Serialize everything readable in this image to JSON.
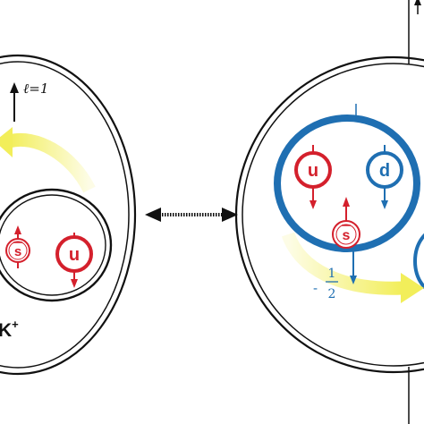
{
  "colors": {
    "red": "#d4202c",
    "blue": "#1f6fb2",
    "yellow": "#f2ee5a",
    "black": "#111111"
  },
  "left_atom": {
    "orbital_label": "ℓ=1",
    "particle_label": "K",
    "particle_charge": "+",
    "quarks": [
      {
        "symbol": "s",
        "antiquark": true,
        "color": "red",
        "spin": "up"
      },
      {
        "symbol": "u",
        "antiquark": false,
        "color": "red",
        "spin": "down"
      }
    ]
  },
  "right_atom": {
    "spin_fraction_sign": "-",
    "spin_fraction_num": "1",
    "spin_fraction_den": "2",
    "quarks": [
      {
        "symbol": "u",
        "antiquark": false,
        "color": "red",
        "spin": "down"
      },
      {
        "symbol": "d",
        "antiquark": false,
        "color": "blue",
        "spin": "down"
      },
      {
        "symbol": "s",
        "antiquark": true,
        "color": "red",
        "spin": "up"
      }
    ]
  },
  "icons": [
    "double-headed-arrow-icon",
    "orbital-motion-arrow-icon",
    "spin-arrow-icon"
  ]
}
